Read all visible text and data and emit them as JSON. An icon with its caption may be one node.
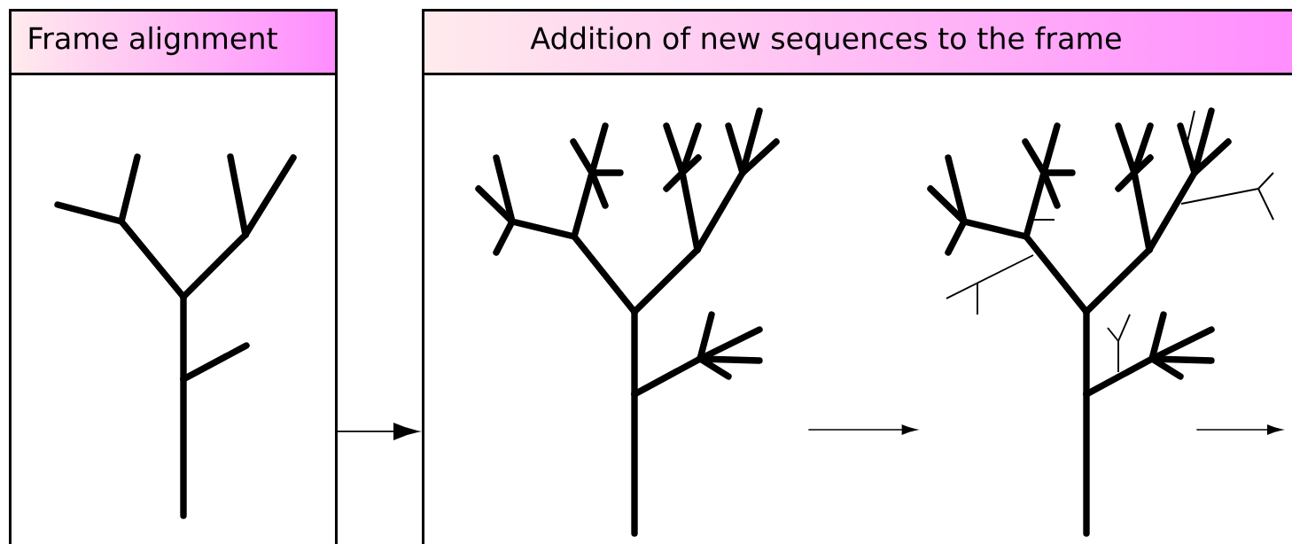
{
  "diagram": {
    "nodes": [
      {
        "text": [
          "Frame alignment"
        ]
      },
      {
        "text": [
          "Addition of new sequences to the frame"
        ]
      },
      {
        "text": [],
        "shape": "picture",
        "in": 0
      },
      {
        "text": [],
        "shape": "picture",
        "in": 1
      },
      {
        "text": [],
        "shape": "picture",
        "in": 1
      }
    ],
    "edges": [
      {
        "from": 0,
        "to": 1,
        "arrow": "to"
      },
      {
        "from": 3,
        "to": 4,
        "arrow": "to"
      },
      {
        "from": 4,
        "to": null,
        "arrow": "to"
      }
    ]
  }
}
